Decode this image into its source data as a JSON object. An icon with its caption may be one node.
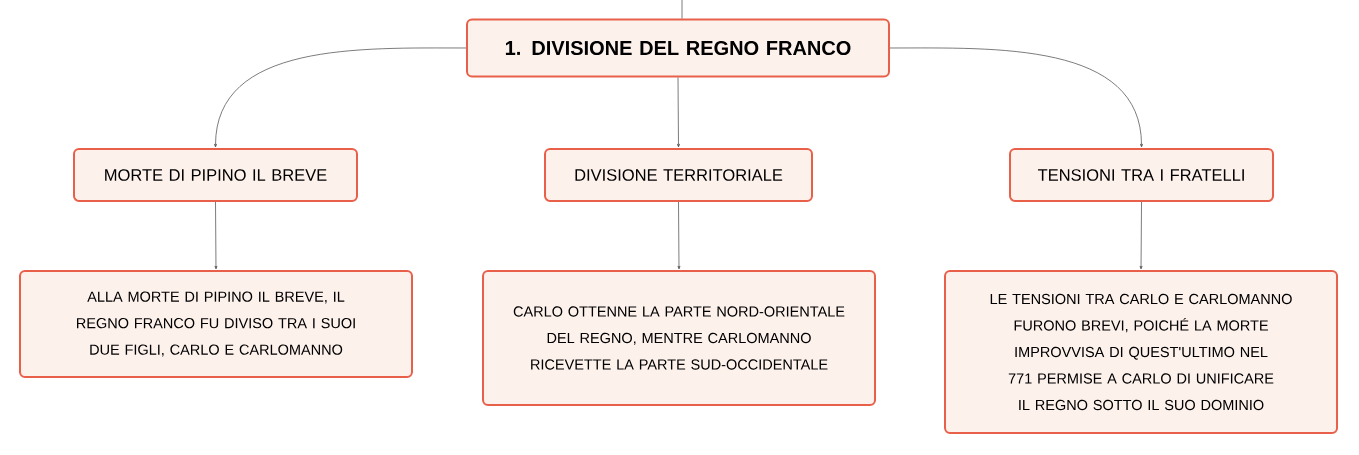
{
  "diagram": {
    "nodes": [
      {
        "text": [
          "1. DIVISIONE DEL REGNO FRANCO"
        ]
      },
      {
        "text": [
          "MORTE DI PIPINO IL BREVE"
        ]
      },
      {
        "text": [
          "DIVISIONE TERRITORIALE"
        ]
      },
      {
        "text": [
          "TENSIONI TRA I FRATELLI"
        ]
      },
      {
        "text": [
          "ALLA MORTE DI PIPINO IL BREVE, IL REGNO FRANCO FU DIVISO TRA I SUOI DUE FIGLI, CARLO E CARLOMANNO"
        ]
      },
      {
        "text": [
          "CARLO OTTENNE LA PARTE NORD-ORIENTALE DEL REGNO, MENTRE CARLOMANNO RICEVETTE LA PARTE SUD-OCCIDENTALE"
        ]
      },
      {
        "text": [
          "LE TENSIONI TRA CARLO E CARLOMANNO FURONO BREVI, POICHÉ LA MORTE IMPROVVISA DI QUEST'ULTIMO NEL 771 PERMISE A CARLO DI UNIFICARE IL REGNO SOTTO IL SUO DOMINIO"
        ]
      }
    ],
    "edges": [
      {
        "from": null,
        "to": 0,
        "arrow": "none"
      },
      {
        "from": 0,
        "to": 1,
        "arrow": "to"
      },
      {
        "from": 0,
        "to": 2,
        "arrow": "to"
      },
      {
        "from": 0,
        "to": 3,
        "arrow": "to"
      },
      {
        "from": 1,
        "to": 4,
        "arrow": "to"
      },
      {
        "from": 2,
        "to": 5,
        "arrow": "to"
      },
      {
        "from": 3,
        "to": 6,
        "arrow": "to"
      }
    ]
  }
}
